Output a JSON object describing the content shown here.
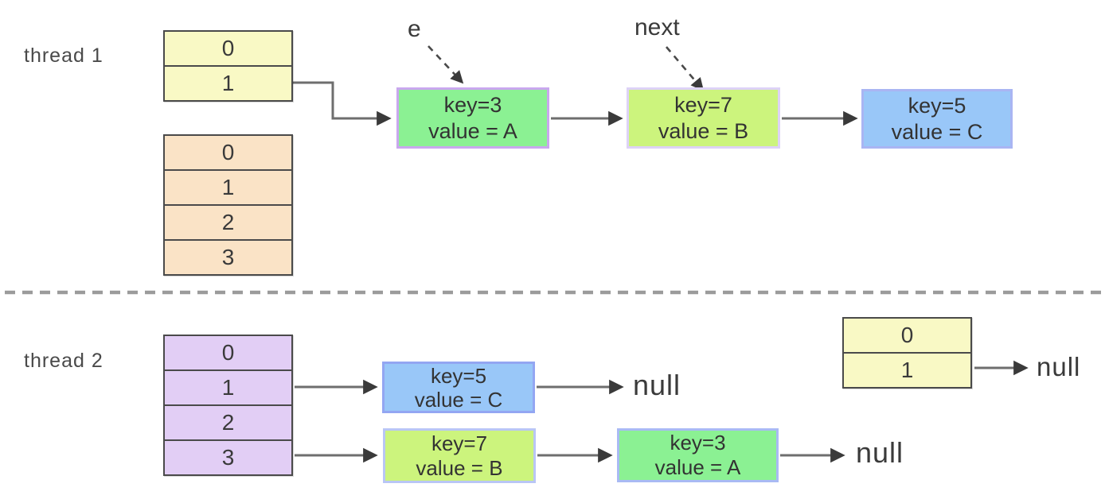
{
  "canvas": {
    "background": "#ffffff"
  },
  "colors": {
    "table_border": "#4a4a4a",
    "arrow_line": "#6e6e6e",
    "arrow_head": "#3a3a3a",
    "divider": "#9b9b9b",
    "text": "#3a3a3a",
    "yellow_fill": "#f9f9c5",
    "orange_fill": "#fae3c6",
    "purple_fill": "#e2cef5",
    "green_fill": "#8bf193",
    "lime_fill": "#ccf47d",
    "blue_fill": "#99c7f8"
  },
  "labels": {
    "thread1": "thread 1",
    "thread2": "thread 2",
    "e_pointer": "e",
    "next_pointer": "next",
    "null_after_c": "null",
    "null_after_a": "null",
    "null_after_table": "null"
  },
  "tables": {
    "thread1_new": {
      "fill": "#f9f9c5",
      "cells": [
        "0",
        "1"
      ]
    },
    "thread1_old": {
      "fill": "#fae3c6",
      "cells": [
        "0",
        "1",
        "2",
        "3"
      ]
    },
    "thread2_main": {
      "fill": "#e2cef5",
      "cells": [
        "0",
        "1",
        "2",
        "3"
      ]
    },
    "thread2_new": {
      "fill": "#f9f9c5",
      "cells": [
        "0",
        "1"
      ]
    }
  },
  "nodes": {
    "t1_key3": {
      "key": "key=3",
      "value": "value = A",
      "fill": "#8bf193",
      "border": "#c9a7ee"
    },
    "t1_key7": {
      "key": "key=7",
      "value": "value = B",
      "fill": "#ccf47d",
      "border": "#ddd2f6"
    },
    "t1_key5": {
      "key": "key=5",
      "value": "value = C",
      "fill": "#99c7f8",
      "border": "#a9b5f3"
    },
    "t2_key5": {
      "key": "key=5",
      "value": "value = C",
      "fill": "#99c7f8",
      "border": "#93a6f2"
    },
    "t2_key7": {
      "key": "key=7",
      "value": "value = B",
      "fill": "#ccf47d",
      "border": "#b9c6f5"
    },
    "t2_key3": {
      "key": "key=3",
      "value": "value = A",
      "fill": "#8bf193",
      "border": "#a9baf4"
    }
  }
}
